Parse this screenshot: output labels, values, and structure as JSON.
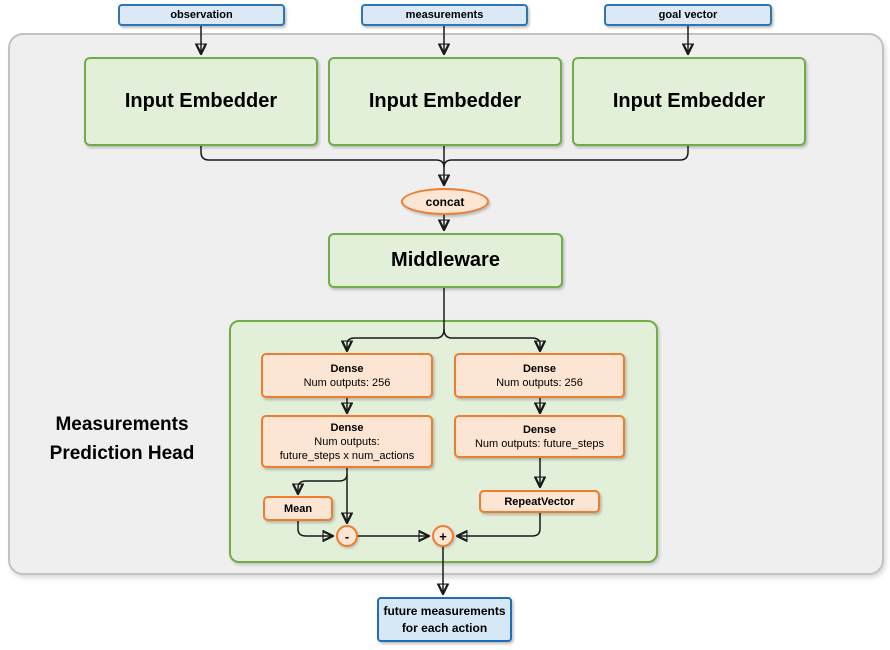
{
  "diagram": {
    "nodes": {
      "input1": "observation",
      "input2": "measurements",
      "input3": "goal vector",
      "embedder1": "Input Embedder",
      "embedder2": "Input Embedder",
      "embedder3": "Input Embedder",
      "concat": "concat",
      "middleware": "Middleware",
      "head_title_line1": "Measurements",
      "head_title_line2": "Prediction Head",
      "dense_l1_title": "Dense",
      "dense_l1_sub": "Num outputs: 256",
      "dense_l2_title": "Dense",
      "dense_l2_sub_line1": "Num outputs:",
      "dense_l2_sub_line2": "future_steps x num_actions",
      "dense_r1_title": "Dense",
      "dense_r1_sub": "Num outputs: 256",
      "dense_r2_title": "Dense",
      "dense_r2_sub": "Num outputs: future_steps",
      "mean": "Mean",
      "repeat_vector": "RepeatVector",
      "minus_op": "-",
      "plus_op": "+",
      "output_line1": "future measurements",
      "output_line2": "for each action"
    },
    "colors": {
      "blue_fill": "#dbe9f7",
      "blue_border": "#2e75b6",
      "output_blue_border": "#1f6eb5",
      "green_fill": "#e2efd9",
      "green_border": "#70ad47",
      "orange_fill": "#fce5d3",
      "orange_border": "#ed7d31",
      "gray_fill": "#efefef",
      "gray_border": "#c2c2c2",
      "wire": "#1a1a1a"
    }
  }
}
